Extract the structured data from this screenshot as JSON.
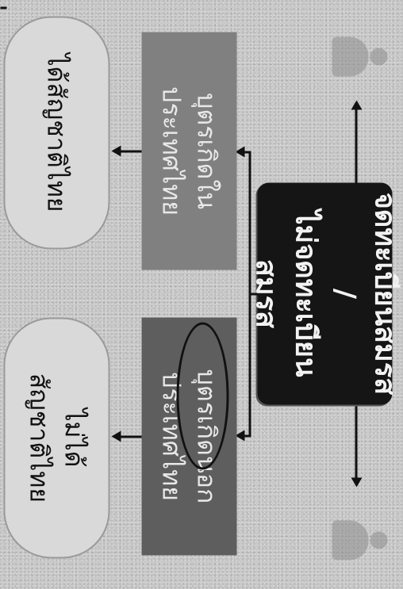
{
  "diagram": {
    "top_box": {
      "line1": "จดทะเบียนสมรส /",
      "line2": "ไม่จดทะเบียนสมรส"
    },
    "left_branch": {
      "box_line1": "บุตรเกิดใน",
      "box_line2": "ประเทศไทย",
      "result": "ได้สัญชาติไทย"
    },
    "right_branch": {
      "box_line1": "บุตรเกิดนอก",
      "box_line2": "ประเทศไทย",
      "result_line1": "ไม่ได้",
      "result_line2": "สัญชาติไทย"
    },
    "icons": {
      "left_person": "person-icon",
      "right_person": "person-icon"
    }
  }
}
